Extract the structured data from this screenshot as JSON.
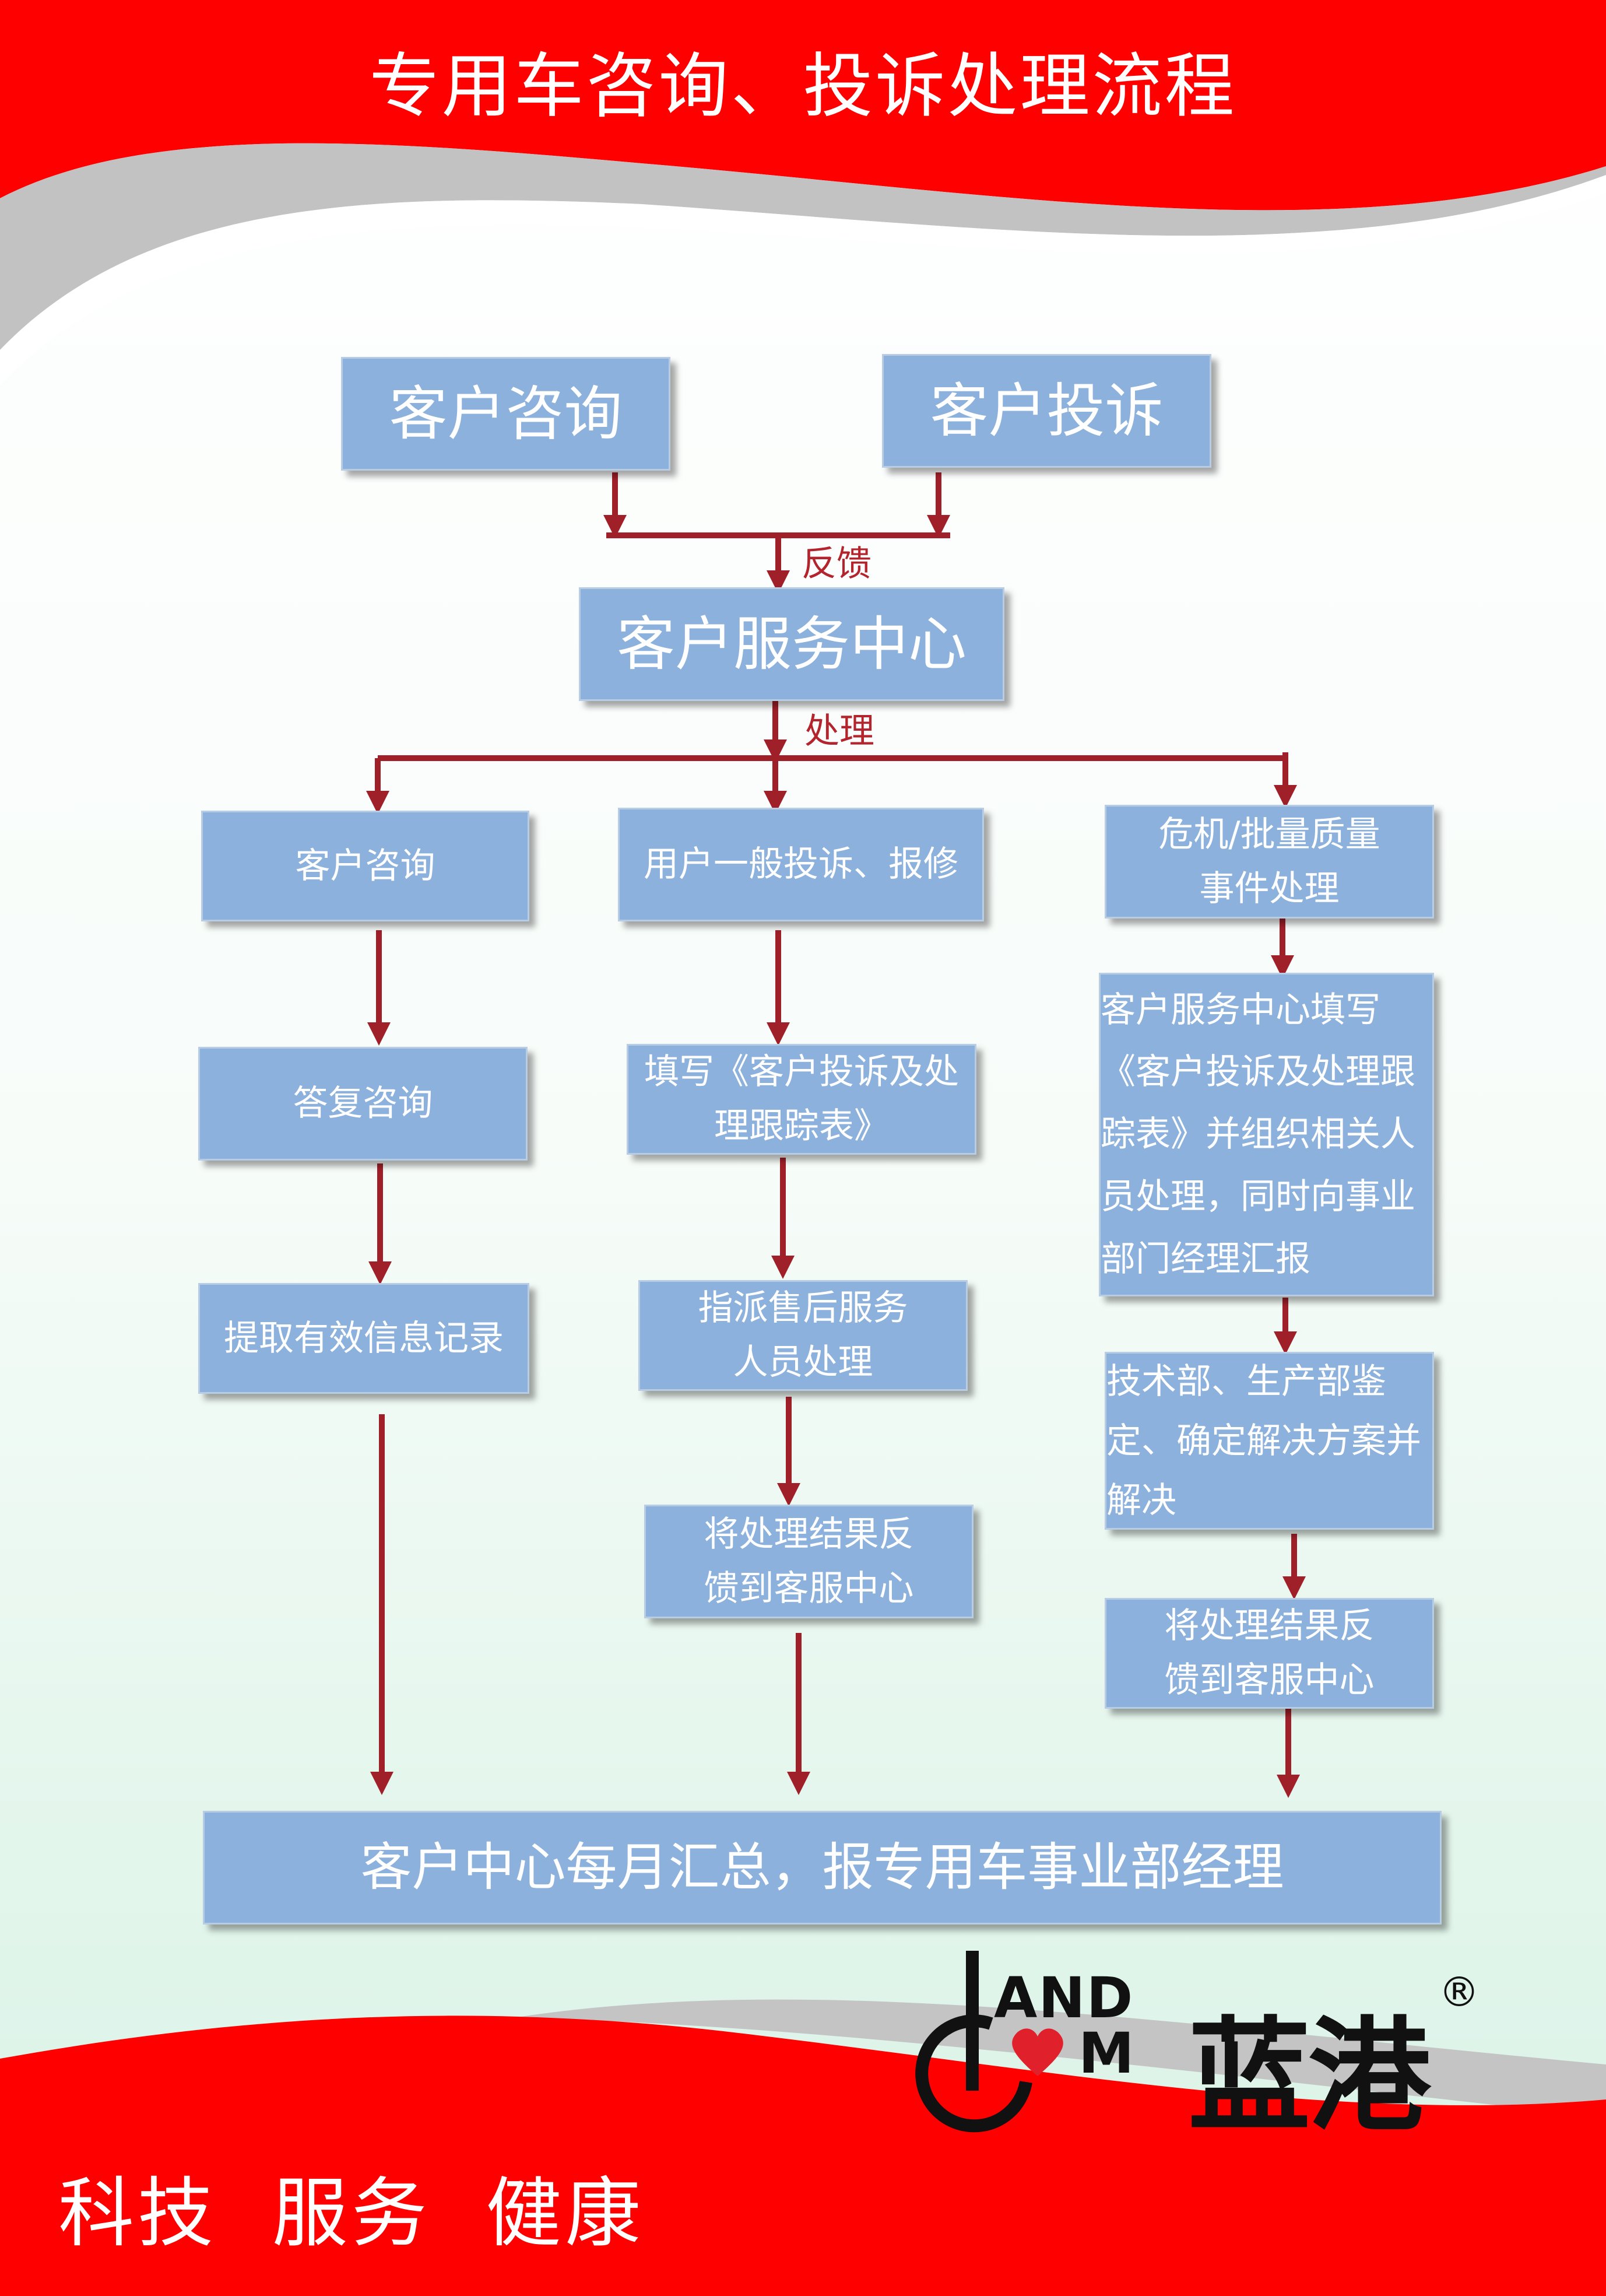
{
  "title": "专用车咨询、投诉处理流程",
  "nodes": {
    "consult_top": "客户咨询",
    "complaint_top": "客户投诉",
    "service_center": "客户服务中心",
    "col1_consult": "客户咨询",
    "col1_answer": "答复咨询",
    "col1_record": "提取有效信息记录",
    "col2_general": "用户一般投诉、报修",
    "col2_fill_l1": "填写《客户投诉及处",
    "col2_fill_l2": "理跟踪表》",
    "col2_assign_l1": "指派售后服务",
    "col2_assign_l2": "人员处理",
    "col2_feedback_l1": "将处理结果反",
    "col2_feedback_l2": "馈到客服中心",
    "col3_crisis_l1": "危机/批量质量",
    "col3_crisis_l2": "事件处理",
    "col3_fill_l1": "客户服务中心填写",
    "col3_fill_l2": "《客户投诉及处理跟",
    "col3_fill_l3": "踪表》并组织相关人",
    "col3_fill_l4": "员处理，同时向事业",
    "col3_fill_l5": "部门经理汇报",
    "col3_tech_l1": "技术部、生产部鉴",
    "col3_tech_l2": "定、确定解决方案并",
    "col3_tech_l3": "解决",
    "col3_feedback_l1": "将处理结果反",
    "col3_feedback_l2": "馈到客服中心",
    "summary": "客户中心每月汇总，报专用车事业部经理"
  },
  "edge_labels": {
    "feedback": "反馈",
    "process": "处理"
  },
  "footer": {
    "slogan": "科技  服务  健康"
  },
  "logo": {
    "brand_cn": "蓝港",
    "brand_en_1": "AND",
    "brand_en_2": "M",
    "registered": "®"
  },
  "colors": {
    "red": "#ff0000",
    "box": "#8bb1dc",
    "arrow": "#a0202a",
    "gray": "#c4c4c4"
  }
}
